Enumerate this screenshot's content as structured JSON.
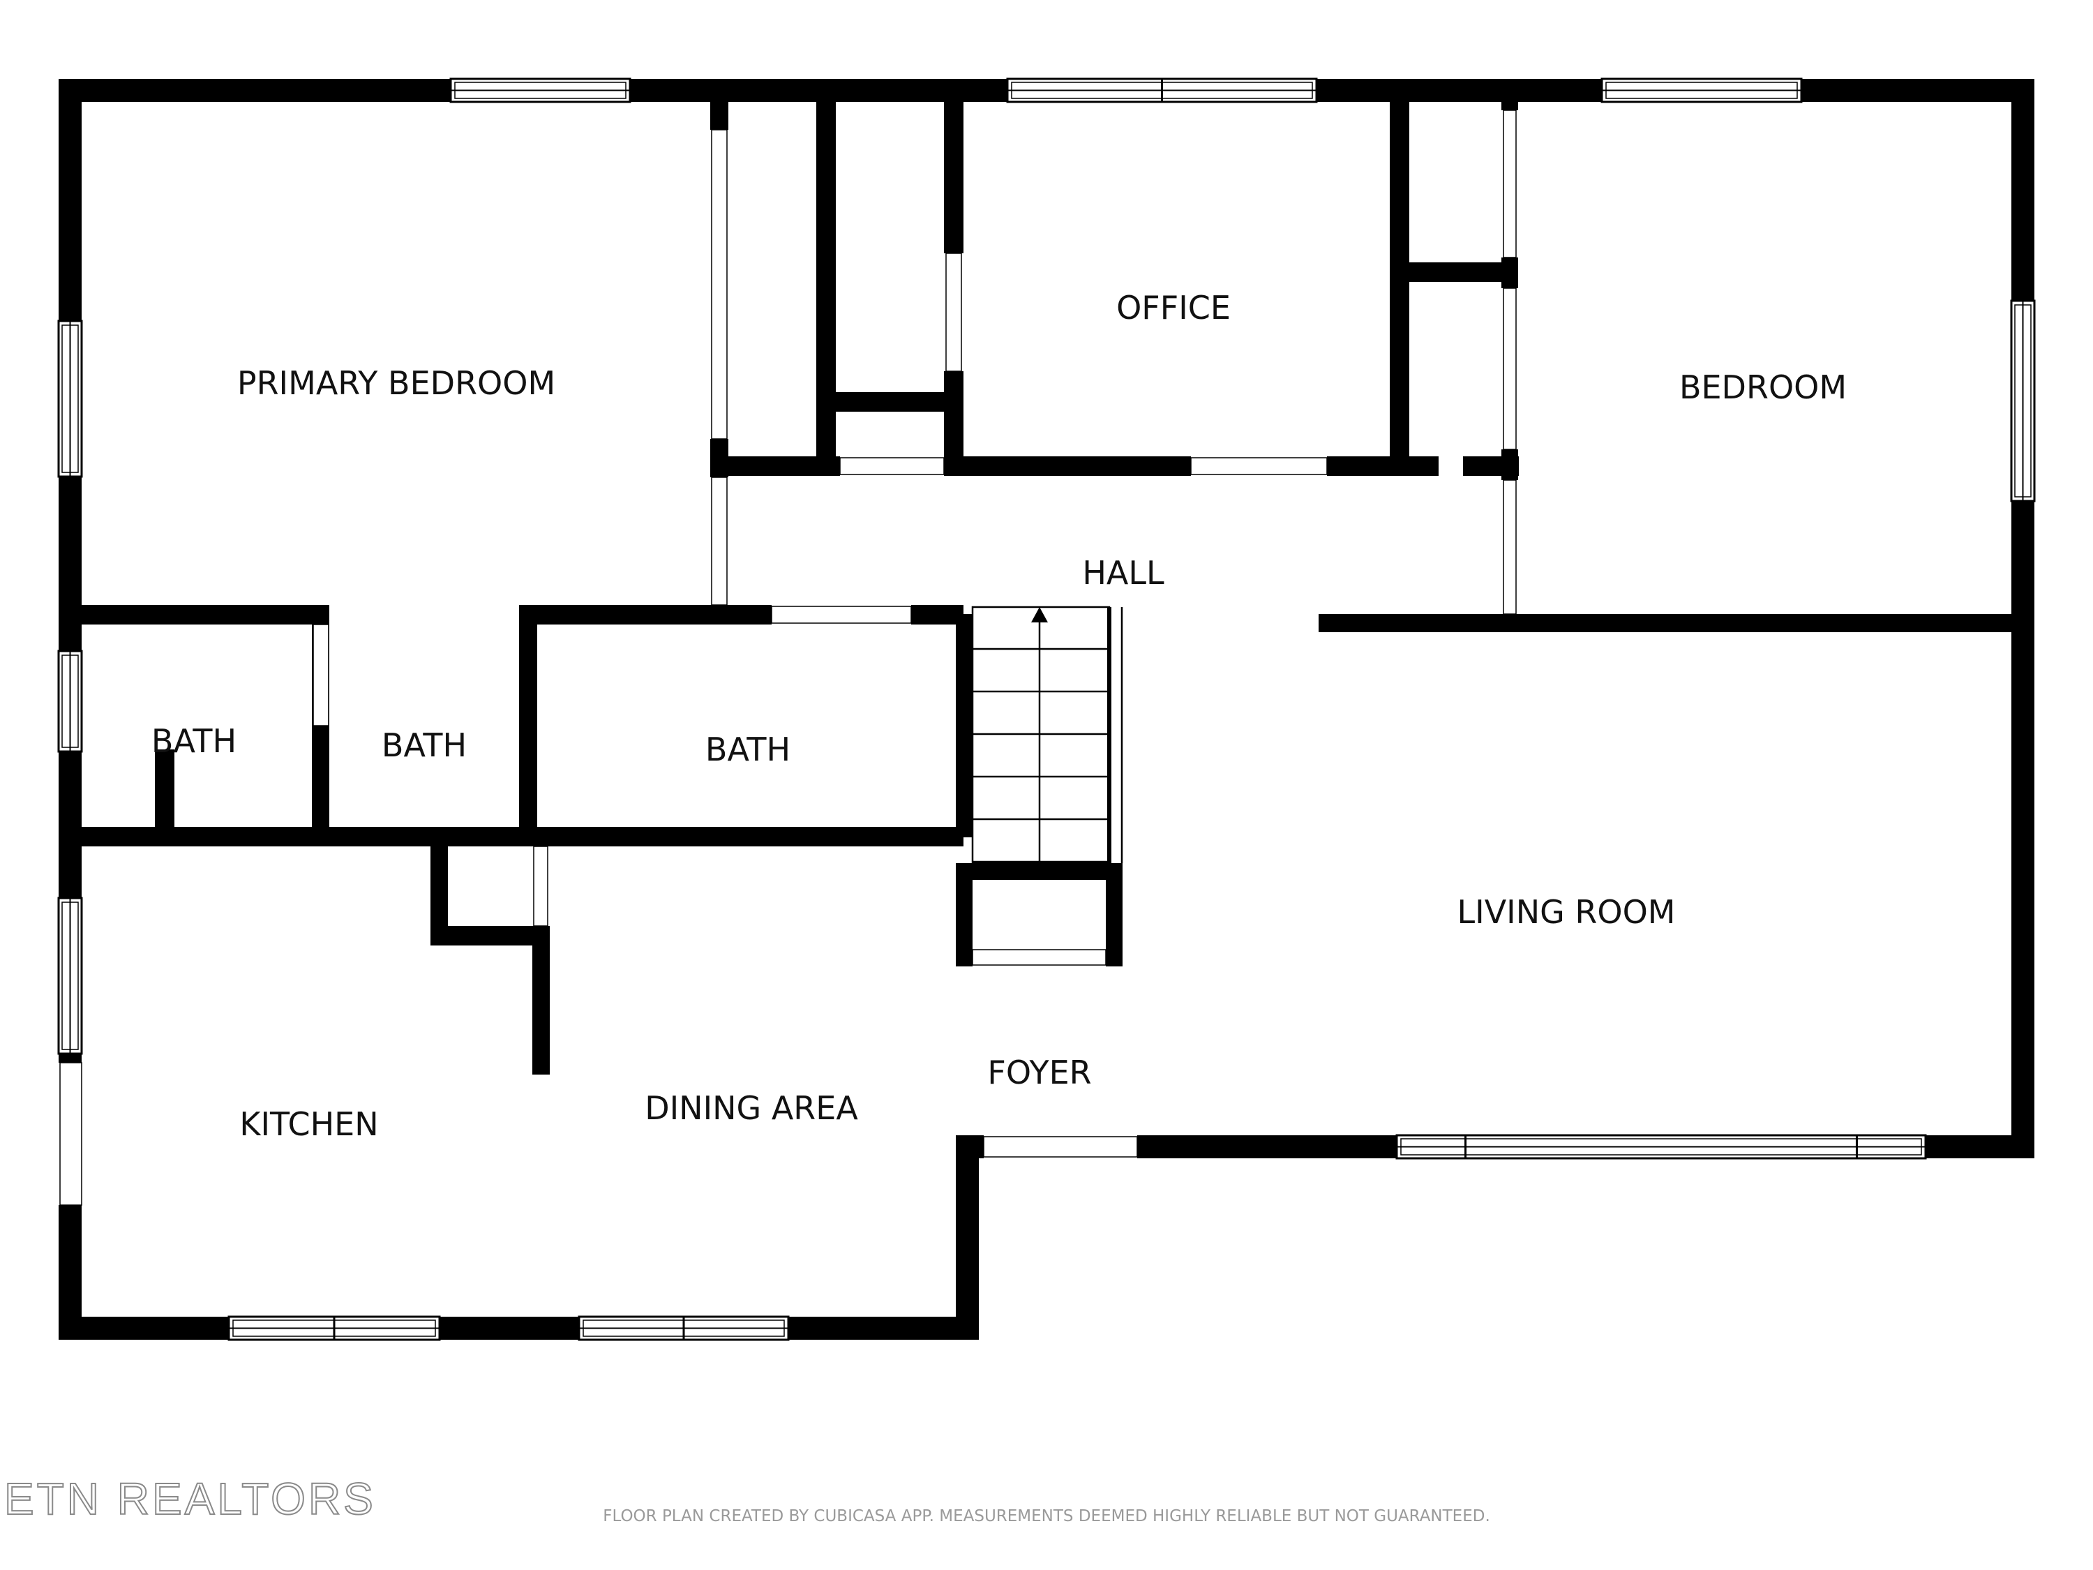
{
  "rooms": {
    "primary_bedroom": "PRIMARY BEDROOM",
    "office": "OFFICE",
    "bedroom": "BEDROOM",
    "hall": "HALL",
    "bath_left": "BATH",
    "bath_middle": "BATH",
    "bath_right": "BATH",
    "living_room": "LIVING ROOM",
    "foyer": "FOYER",
    "kitchen": "KITCHEN",
    "dining_area": "DINING AREA"
  },
  "footer": {
    "logo": "ETN REALTORS",
    "disclaimer": "FLOOR PLAN CREATED BY CUBICASA APP. MEASUREMENTS DEEMED HIGHLY RELIABLE BUT NOT GUARANTEED."
  },
  "colors": {
    "wall": "#000000",
    "background": "#ffffff",
    "window_line": "#000000"
  }
}
